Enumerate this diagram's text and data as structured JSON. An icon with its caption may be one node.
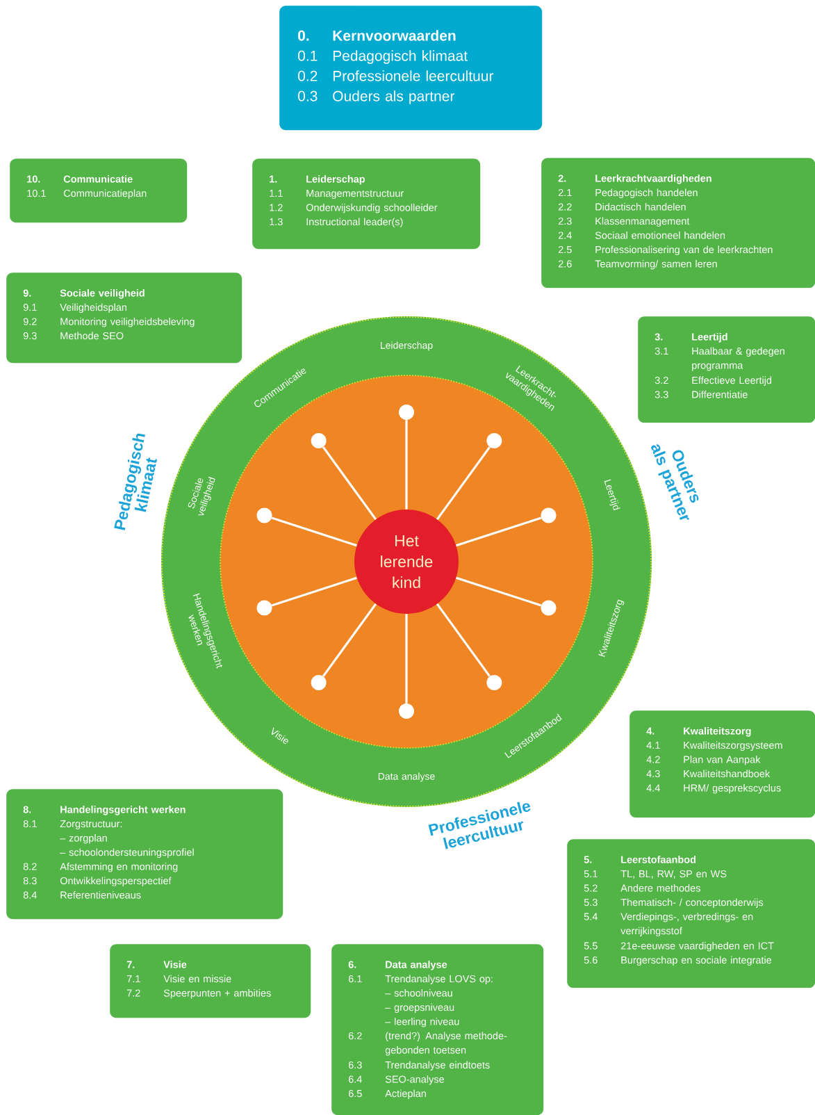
{
  "diagram": {
    "nodes": [
      {
        "text": [
          "0.",
          "Kernvoorwaarden",
          "0.1",
          "Pedagogisch klimaat",
          "0.2",
          "Professionele leercultuur",
          "0.3",
          "Ouders als partner"
        ]
      },
      {
        "text": [
          "10.",
          "Communicatie",
          "10.1",
          "Communicatieplan"
        ]
      },
      {
        "text": [
          "1.",
          "Leiderschap",
          "1.1",
          "Managementstructuur",
          "1.2",
          "Onderwijskundig schoolleider",
          "1.3",
          "Instructional leader(s)"
        ]
      },
      {
        "text": [
          "2.",
          "Leerkrachtvaardigheden",
          "2.1",
          "Pedagogisch handelen",
          "2.2",
          "Didactisch handelen",
          "2.3",
          "Klassenmanagement",
          "2.4",
          "Sociaal emotioneel handelen",
          "2.5",
          "Professionalisering van de leerkrachten",
          "2.6",
          "Teamvorming/ samen leren"
        ]
      },
      {
        "text": [
          "9.",
          "Sociale veiligheid",
          "9.1",
          "Veiligheidsplan",
          "9.2",
          "Monitoring veiligheidsbeleving",
          "9.3",
          "Methode SEO"
        ]
      },
      {
        "text": [
          "3.",
          "Leertijd",
          "3.1",
          "Haalbaar & gedegen programma",
          "3.2",
          "Effectieve Leertijd",
          "3.3",
          "Differentiatie"
        ]
      },
      {
        "text": [
          "Leiderschap",
          "Leerkracht- vaardigheden",
          "Leertijd",
          "Kwaliteitszorg",
          "Leerstofaanbod",
          "Data analyse",
          "Visie",
          "Handelingsgericht werken",
          "Sociale veiligheid",
          "Communicatie"
        ]
      },
      {
        "text": [],
        "shape": "circle",
        "in": 6
      },
      {
        "text": [
          "Het lerende kind"
        ],
        "in": 7
      },
      {
        "text": [],
        "shape": "circle",
        "in": 7
      },
      {
        "text": [],
        "shape": "circle",
        "in": 7
      },
      {
        "text": [],
        "shape": "circle",
        "in": 7
      },
      {
        "text": [],
        "shape": "circle",
        "in": 7
      },
      {
        "text": [],
        "shape": "circle",
        "in": 7
      },
      {
        "text": [],
        "shape": "circle",
        "in": 7
      },
      {
        "text": [],
        "shape": "circle",
        "in": 7
      },
      {
        "text": [],
        "shape": "circle",
        "in": 7
      },
      {
        "text": [],
        "shape": "circle",
        "in": 7
      },
      {
        "text": [],
        "shape": "circle",
        "in": 7
      },
      {
        "text": [
          "4.",
          "Kwaliteitszorg",
          "4.1",
          "Kwaliteitszorgsysteem",
          "4.2",
          "Plan van Aanpak",
          "4.3",
          "Kwaliteitshandboek",
          "4.4",
          "HRM/ gesprekscyclus"
        ]
      },
      {
        "text": [
          "8.",
          "Handelingsgericht werken",
          "8.1",
          "Zorgstructuur:",
          "– zorgplan",
          "– schoolondersteuningsprofiel",
          "8.2",
          "Afstemming en monitoring",
          "8.3",
          "Ontwikkelingsperspectief",
          "8.4",
          "Referentieniveaus"
        ]
      },
      {
        "text": [
          "5.",
          "Leerstofaanbod",
          "5.1",
          "TL, BL, RW, SP en WS",
          "5.2",
          "Andere methodes",
          "5.3",
          "Thematisch- / conceptonderwijs",
          "5.4",
          "Verdiepings-, verbredings- en verrijkingsstof",
          "5.5",
          "21e-eeuwse vaardigheden en ICT",
          "5.6",
          "Burgerschap en sociale integratie"
        ]
      },
      {
        "text": [
          "7.",
          "Visie",
          "7.1",
          "Visie en missie",
          "7.2",
          "Speerpunten + ambities"
        ]
      },
      {
        "text": [
          "6.",
          "Data analyse",
          "6.1",
          "Trendanalyse LOVS op:",
          "– schoolniveau",
          "– groepsniveau",
          "– leerling niveau",
          "6.2",
          "(trend?) Analyse methode- gebonden toetsen",
          "6.3",
          "Trendanalyse eindtoets",
          "6.4",
          "SEO-analyse",
          "6.5",
          "Actieplan"
        ]
      }
    ],
    "edges": [
      {
        "from": 8,
        "to": 9,
        "arrow": "none"
      },
      {
        "from": 8,
        "to": 10,
        "arrow": "none"
      },
      {
        "from": 8,
        "to": 11,
        "arrow": "none"
      },
      {
        "from": 8,
        "to": 12,
        "arrow": "none"
      },
      {
        "from": 8,
        "to": 13,
        "arrow": "none"
      },
      {
        "from": 8,
        "to": 14,
        "arrow": "none"
      },
      {
        "from": 8,
        "to": 15,
        "arrow": "none"
      },
      {
        "from": 8,
        "to": 16,
        "arrow": "none"
      },
      {
        "from": 8,
        "to": 17,
        "arrow": "none"
      },
      {
        "from": 8,
        "to": 18,
        "arrow": "none"
      }
    ],
    "labels": [
      "Pedagogisch klimaat",
      "Ouders als partner",
      "Professionele leercultuur"
    ]
  }
}
